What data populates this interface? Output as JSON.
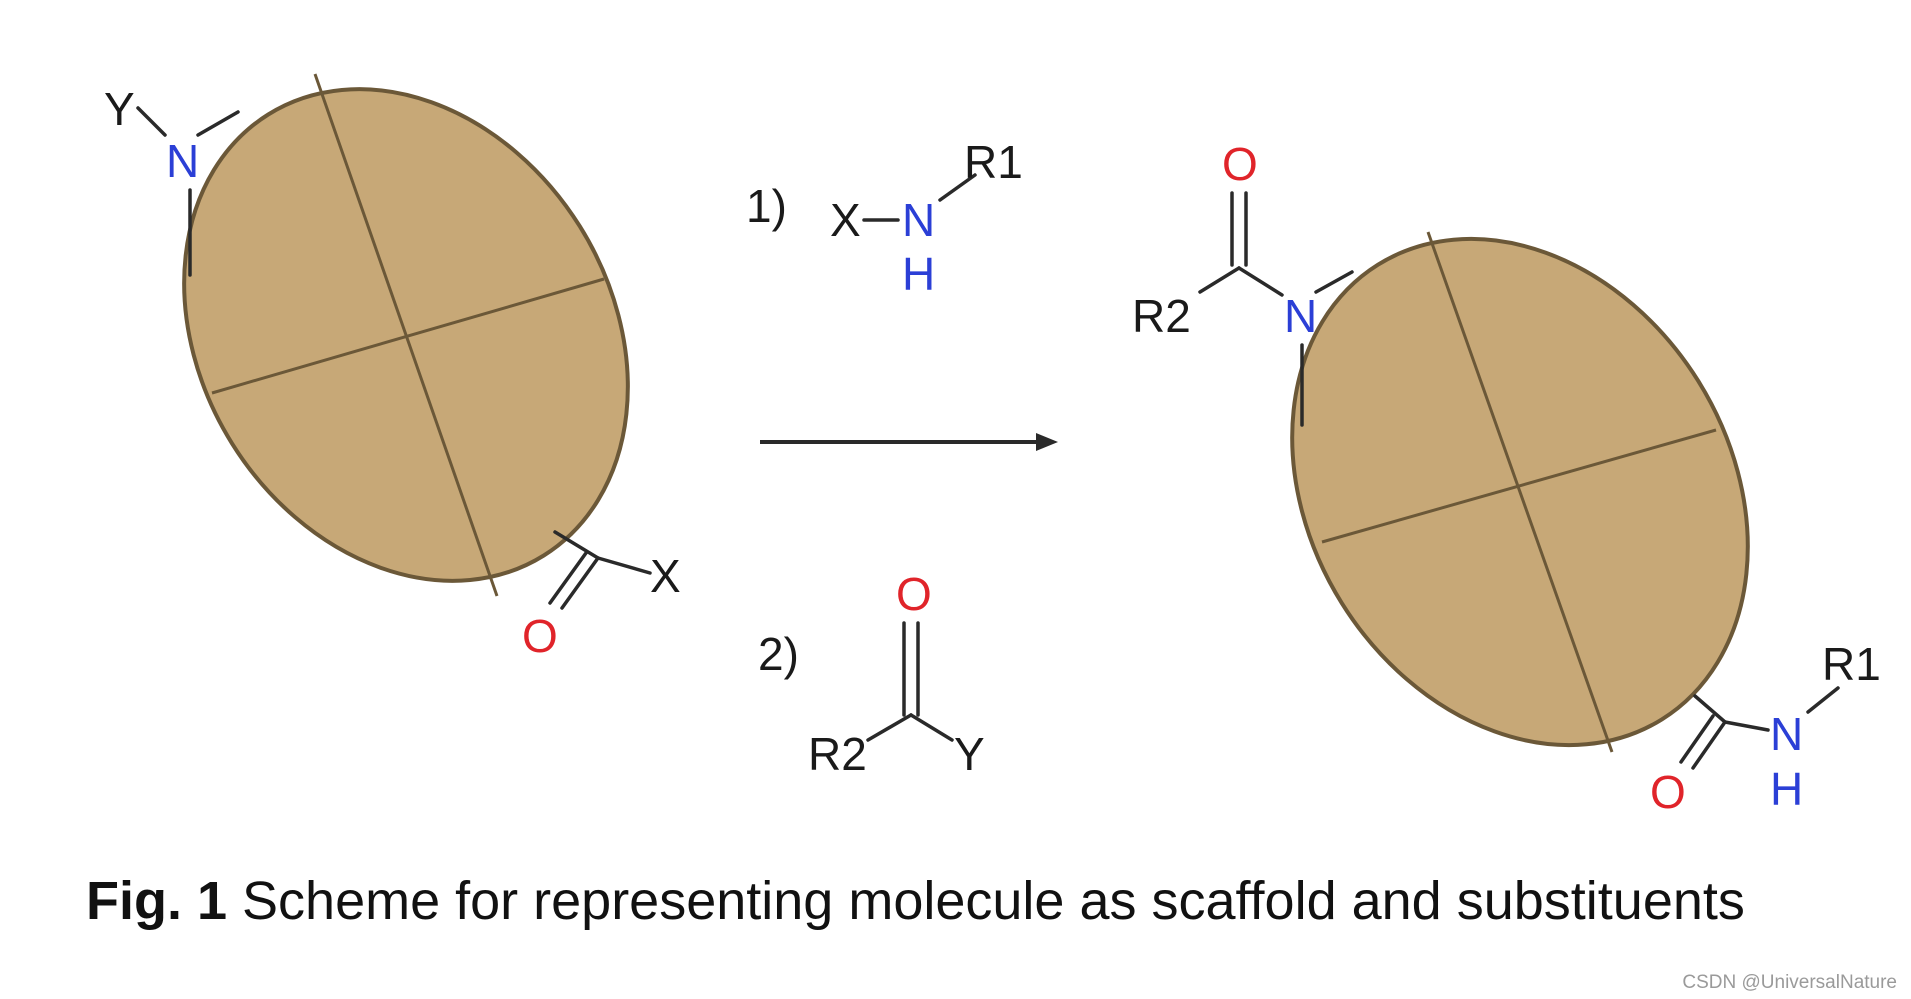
{
  "labels": {
    "left": {
      "y": "Y",
      "n": "N",
      "o": "O",
      "x": "X"
    },
    "reagent1": {
      "step": "1)",
      "x": "X",
      "n": "N",
      "h": "H",
      "r1": "R1"
    },
    "reagent2": {
      "step": "2)",
      "o": "O",
      "r2": "R2",
      "y": "Y"
    },
    "right": {
      "o_top": "O",
      "r2": "R2",
      "n_top": "N",
      "o_bottom": "O",
      "n_bottom": "N",
      "h": "H",
      "r1": "R1"
    }
  },
  "caption": {
    "fig": "Fig. 1",
    "text": "Scheme for representing molecule as scaffold and substituents"
  },
  "watermark": "CSDN @UniversalNature",
  "colors": {
    "scaffold_fill": "#c7a877",
    "scaffold_stroke": "#6b5838",
    "nitrogen": "#2b3fd6",
    "oxygen": "#e0242a"
  }
}
